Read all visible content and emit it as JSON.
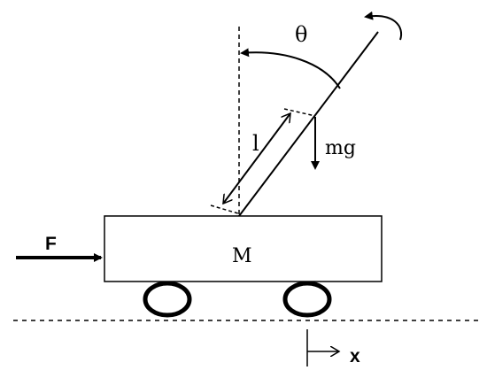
{
  "diagram": {
    "labels": {
      "theta": "θ",
      "length": "l",
      "gravity": "mg",
      "force": "F",
      "mass": "M",
      "position": "x"
    },
    "colors": {
      "stroke": "#000000",
      "background": "#ffffff"
    }
  }
}
